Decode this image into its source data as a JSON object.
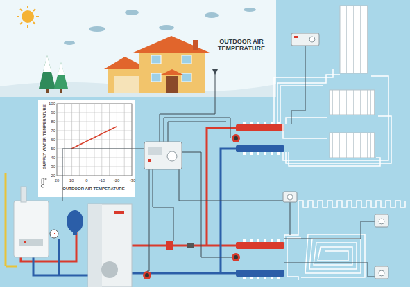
{
  "diagram": {
    "labels": [
      "OUTDOOR AIR TEMPERATURE",
      "SUPPLY WATER TEMPERATURE",
      "100",
      "90",
      "80",
      "70",
      "60",
      "50",
      "40",
      "30",
      "20",
      "20",
      "10",
      "0",
      "-10",
      "-20",
      "-30",
      "OUTDOOR AIR TEMPERATURE"
    ]
  }
}
